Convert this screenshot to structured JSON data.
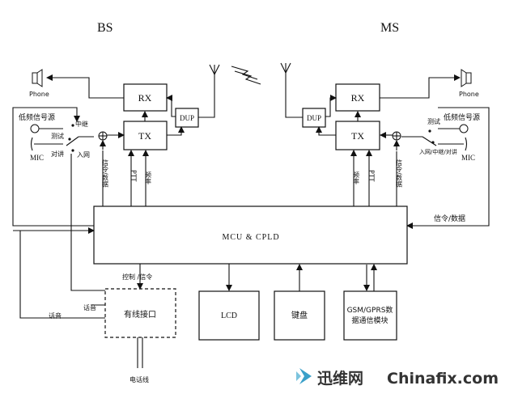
{
  "titles": {
    "bs": "BS",
    "ms": "MS"
  },
  "bs": {
    "phone": "Phone",
    "rx": "RX",
    "tx": "TX",
    "dup": "DUP",
    "lowfreq": "低频信号源",
    "mic": "MIC",
    "relay": "中继",
    "test": "测试",
    "intercom": "对讲",
    "network": "入网",
    "cmd_data": "信令/数据",
    "ptt": "PTT",
    "freq": "频率"
  },
  "ms": {
    "phone": "Phone",
    "rx": "RX",
    "tx": "TX",
    "dup": "DUP",
    "lowfreq": "低频信号源",
    "mic": "MIC",
    "test": "测试",
    "network_relay_intercom": "入网/中继/对讲",
    "cmd_data": "信令/数据",
    "ptt": "PTT",
    "freq": "频率",
    "cmd_data_side": "信令/数据"
  },
  "mcu": "MCU & CPLD",
  "wired": {
    "label": "有线接口",
    "control": "控制 /信令",
    "voice_in": "话音",
    "voice_out": "话音",
    "phone_line": "电话线"
  },
  "lcd": "LCD",
  "keyboard": "键盘",
  "gsm": {
    "line1": "GSM/GPRS数",
    "line2": "据通信模块"
  },
  "watermark": {
    "cn": "迅维网",
    "en": "Chinafix.com"
  }
}
